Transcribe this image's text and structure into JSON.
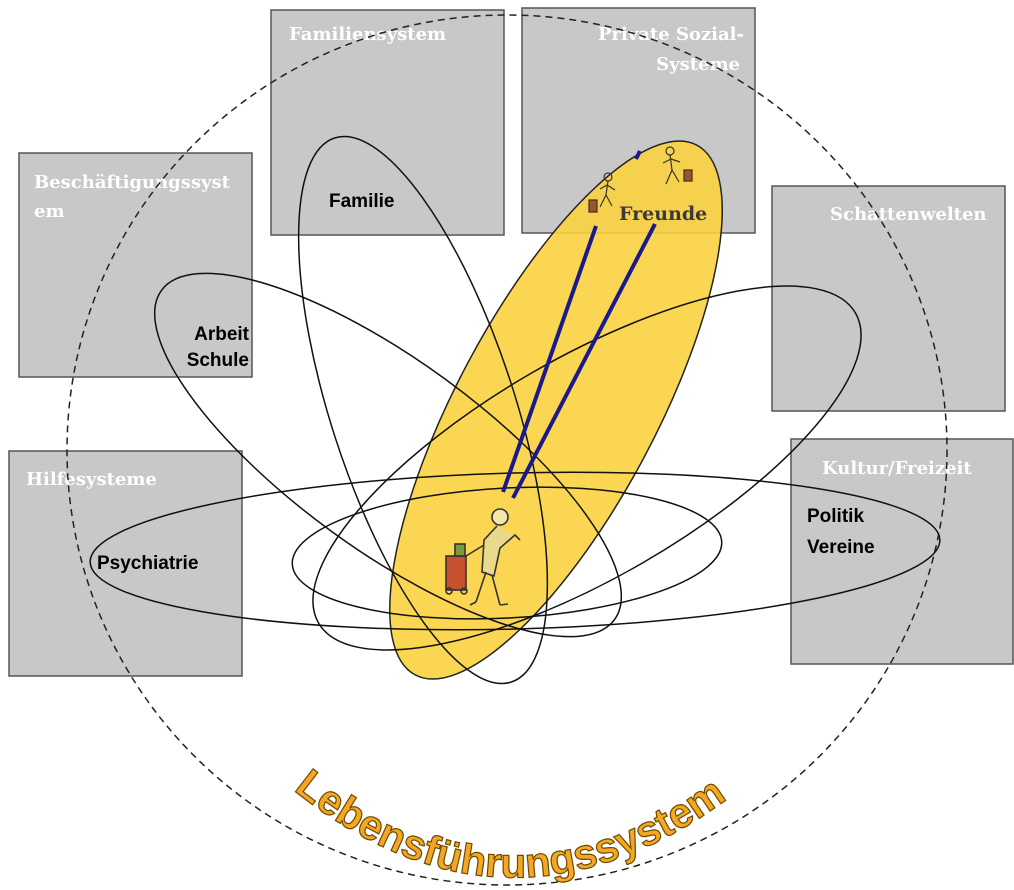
{
  "boxes": {
    "familiensystem": "Familiensystem",
    "private_line1": "Private Sozial-",
    "private_line2": "Systeme",
    "beschaeftigung_line1": "Beschäftigungssyst",
    "beschaeftigung_line2": "em",
    "schattenwelten": "Schattenwelten",
    "hilfesysteme": "Hilfesysteme",
    "kultur": "Kultur/Freizeit"
  },
  "labels": {
    "familie": "Familie",
    "arbeit": "Arbeit",
    "schule": "Schule",
    "freunde": "Freunde",
    "psychiatrie": "Psychiatrie",
    "politik": "Politik",
    "vereine": "Vereine"
  },
  "title": "Lebensführungssystem",
  "colors": {
    "box_fill": "#c8c8c8",
    "box_title": "#ffffff",
    "highlight": "#f9d23f",
    "title_fill": "#f5a623",
    "link_line": "#1a1a8c"
  }
}
